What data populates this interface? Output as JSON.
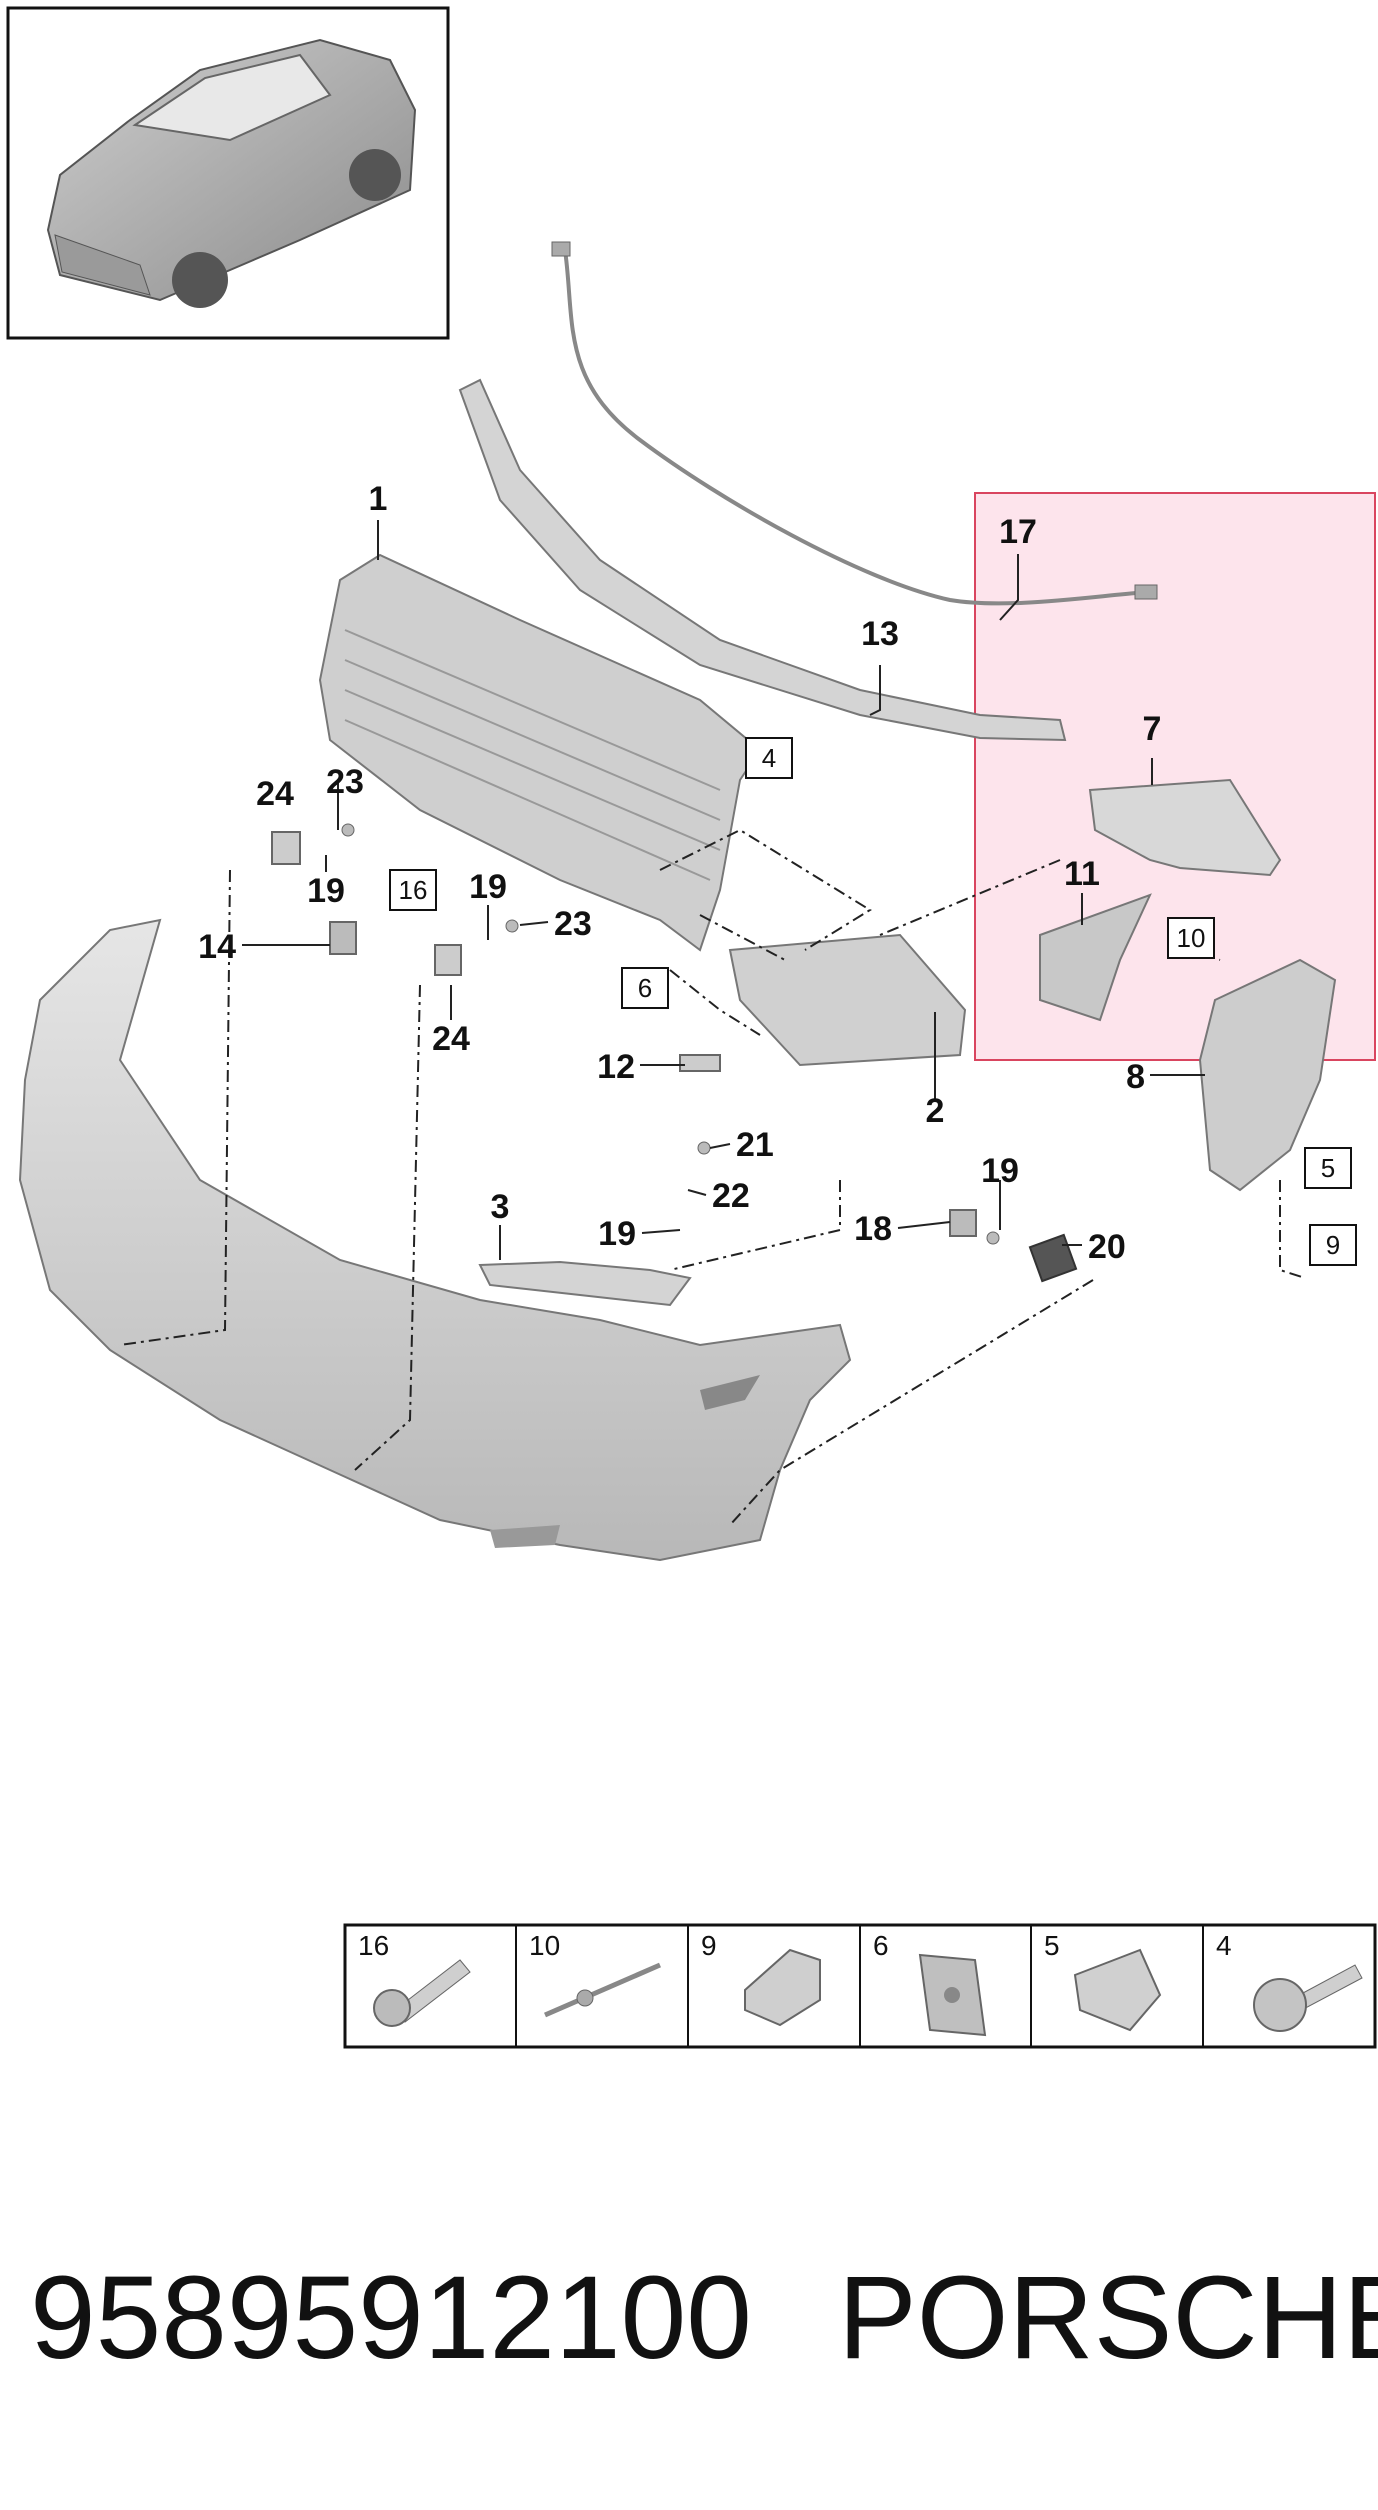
{
  "callouts": {
    "c1": "1",
    "c2": "2",
    "c3": "3",
    "c4": "4",
    "c5": "5",
    "c6": "6",
    "c7": "7",
    "c8": "8",
    "c9": "9",
    "c10": "10",
    "c11": "11",
    "c12": "12",
    "c13": "13",
    "c14": "14",
    "c16": "16",
    "c17": "17",
    "c18": "18",
    "c19": "19",
    "c20": "20",
    "c21": "21",
    "c22": "22",
    "c23": "23",
    "c24": "24"
  },
  "legend": {
    "items": [
      "16",
      "10",
      "9",
      "6",
      "5",
      "4"
    ]
  },
  "footer": {
    "part_number": "95895912100",
    "brand": "PORSCHE"
  },
  "colors": {
    "highlight": "#fde4ec",
    "highlight_border": "#d9455f",
    "part_fill": "#d4d4d4",
    "part_stroke": "#777777"
  }
}
